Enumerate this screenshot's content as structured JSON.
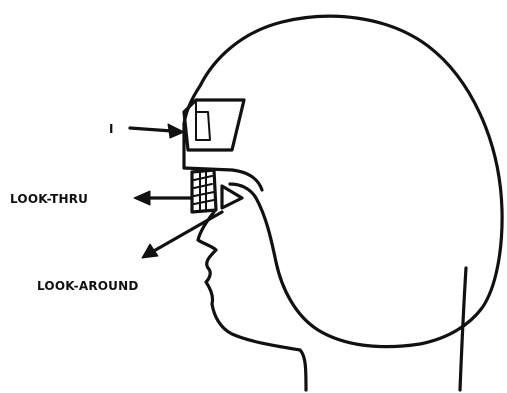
{
  "labels": {
    "i": "I",
    "look_thru": "LOOK-THRU",
    "look_around": "LOOK-AROUND"
  },
  "colors": {
    "ink": "#111111",
    "background": "#ffffff"
  }
}
